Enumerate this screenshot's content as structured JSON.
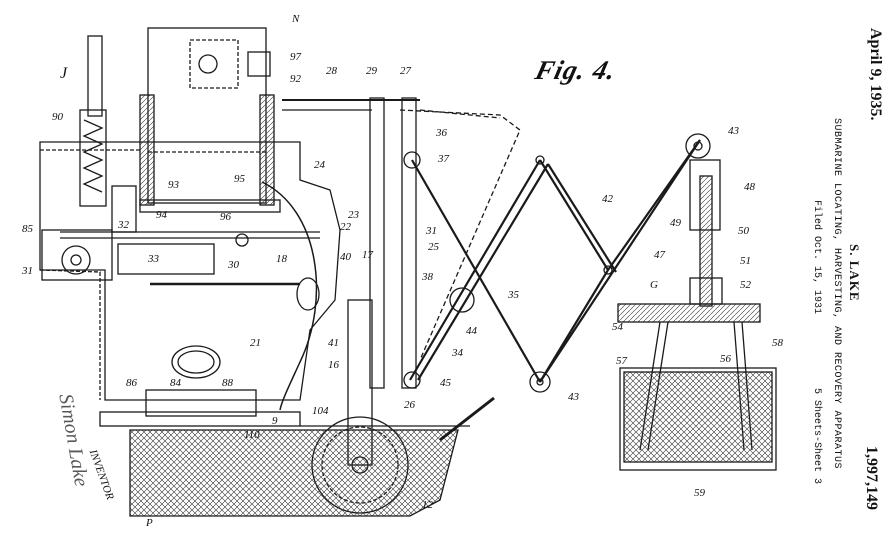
{
  "header": {
    "date": "April 9, 1935.",
    "inventor": "S. LAKE",
    "title": "SUBMARINE LOCATING, HARVESTING, AND RECOVERY APPARATUS",
    "filed": "Filed Oct. 15, 1931",
    "sheets": "5 Sheets-Sheet 3",
    "patent_number": "1,997,149"
  },
  "figure": {
    "title": "Fig. 4."
  },
  "inventor_block": {
    "caption": "INVENTOR",
    "signature": "Simon Lake"
  },
  "reference_numerals": {
    "n_N": "N",
    "n97": "97",
    "n92": "92",
    "n28": "28",
    "n29": "29",
    "n27": "27",
    "n_J": "J",
    "n90": "90",
    "n36": "36",
    "n37": "37",
    "n24": "24",
    "n93": "93",
    "n95": "95",
    "n23": "23",
    "n94": "94",
    "n96": "96",
    "n32": "32",
    "n85": "85",
    "n22": "22",
    "n31": "31",
    "n33": "33",
    "n30": "30",
    "n18": "18",
    "n40": "40",
    "n17": "17",
    "n25": "25",
    "n38": "38",
    "n21": "21",
    "n41": "41",
    "n16": "16",
    "n44": "44",
    "n34": "34",
    "n35": "35",
    "n42": "42",
    "n43a": "43",
    "n43b": "43",
    "n48": "48",
    "n49": "49",
    "n50": "50",
    "n47": "47",
    "n51": "51",
    "n_G": "G",
    "n52": "52",
    "n54": "54",
    "n56": "56",
    "n57": "57",
    "n58": "58",
    "n59": "59",
    "n86": "86",
    "n84": "84",
    "n88": "88",
    "n9": "9",
    "n110": "110",
    "n104": "104",
    "n26": "26",
    "n45": "45",
    "n12": "12",
    "n_P": "P"
  }
}
